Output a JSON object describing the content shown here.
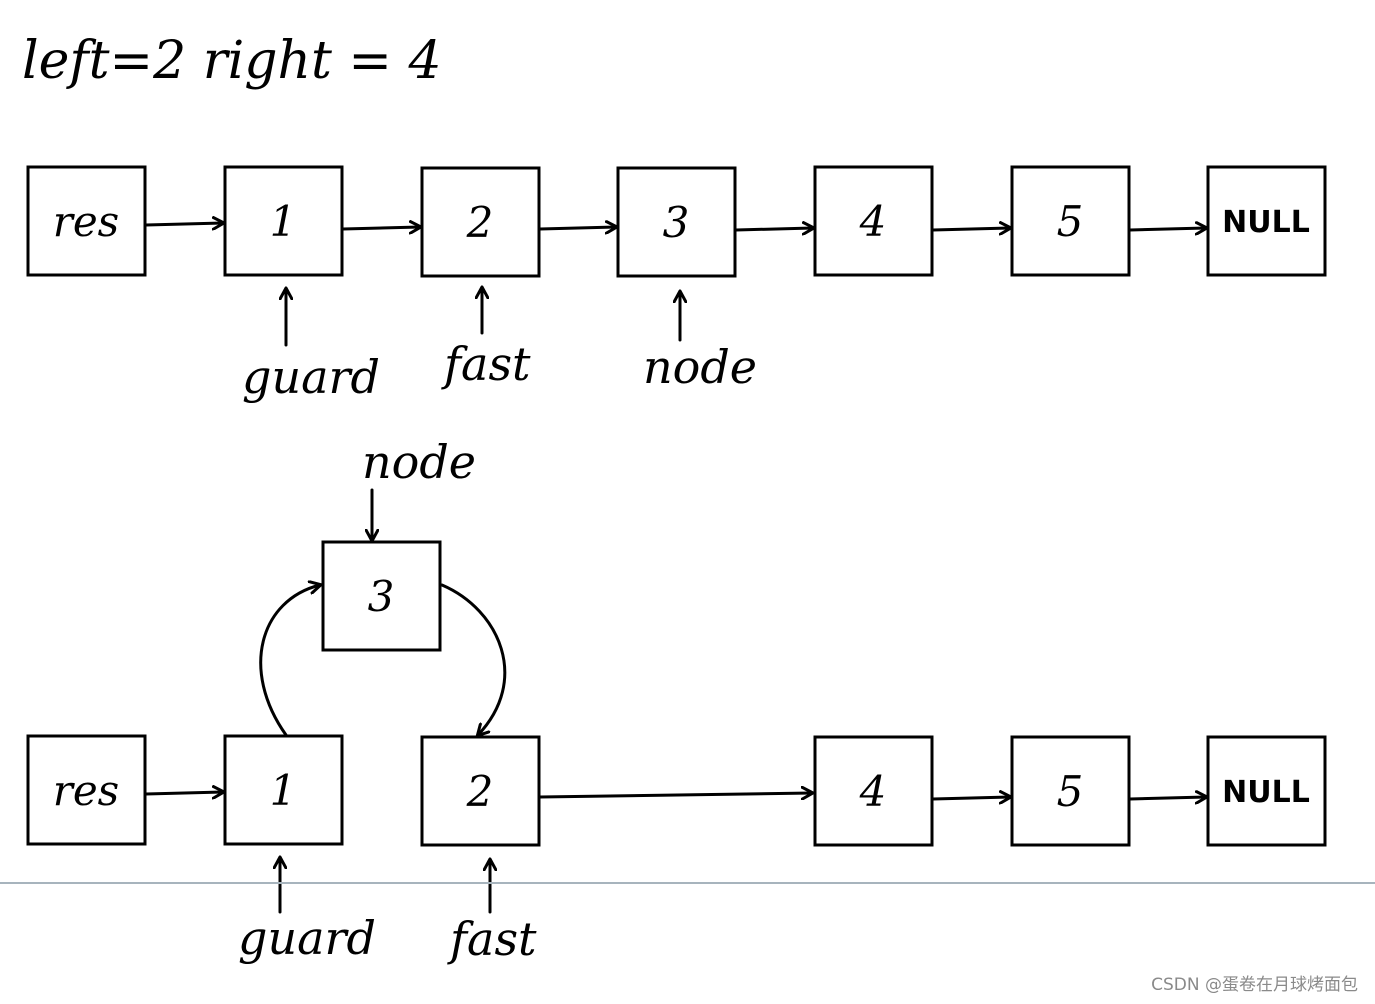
{
  "condition_text": "left=2  right = 4",
  "watermark": "CSDN @蛋卷在月球烤面包",
  "colors": {
    "stroke": "#000000",
    "divider": "#a7b4bd",
    "watermark": "#8a8a8a"
  },
  "before": {
    "nodes": [
      "res",
      "1",
      "2",
      "3",
      "4",
      "5",
      "NULL"
    ],
    "pointers": {
      "guard": "guard",
      "fast": "fast",
      "node": "node"
    }
  },
  "after": {
    "nodes": [
      "res",
      "1",
      "2",
      "4",
      "5",
      "NULL"
    ],
    "moved_node": "3",
    "pointers": {
      "guard": "guard",
      "fast": "fast",
      "node": "node"
    }
  }
}
